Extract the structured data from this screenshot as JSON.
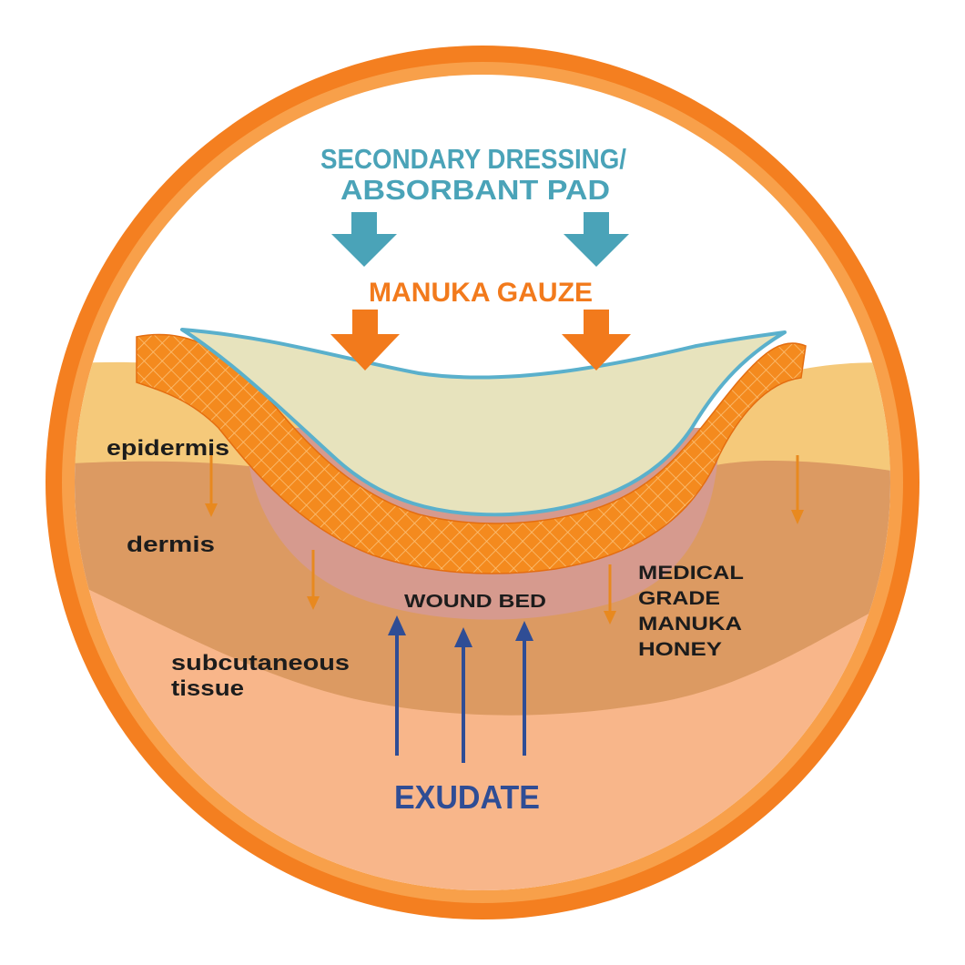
{
  "labels": {
    "secondary_line1": "SECONDARY DRESSING/",
    "secondary_line2": "ABSORBANT PAD",
    "gauze": "MANUKA GAUZE",
    "epidermis": "epidermis",
    "dermis": "dermis",
    "subcutaneous_line1": "subcutaneous",
    "subcutaneous_line2": "tissue",
    "wound_bed": "WOUND BED",
    "honey_line1": "MEDICAL",
    "honey_line2": "GRADE",
    "honey_line3": "MANUKA",
    "honey_line4": "HONEY",
    "exudate": "EXUDATE"
  },
  "colors": {
    "ring": "#f47f20",
    "ring_inner": "#f8a04a",
    "teal": "#4aa3b8",
    "orange": "#f27a1c",
    "epidermis": "#f5c97a",
    "dermis": "#dc9a62",
    "subcutaneous": "#f8b68a",
    "wound_bed": "#d69a8e",
    "pad_fill": "#e7e3bd",
    "pad_stroke": "#5ab0cc",
    "gauze": "#f48a1e",
    "exudate": "#2f4d95",
    "dark_text": "#1c1c1c"
  },
  "icons": {
    "teal_arrows": "down-arrow-icon",
    "orange_arrows": "down-arrow-icon",
    "exudate_arrows": "up-arrow-icon",
    "tissue_arrows": "thin-down-arrow-icon"
  }
}
